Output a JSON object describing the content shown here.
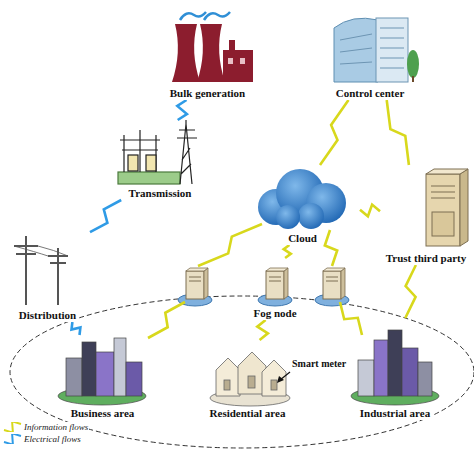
{
  "diagram": {
    "nodes": [
      {
        "text": [
          "Bulk generation"
        ]
      },
      {
        "text": [
          "Control center"
        ]
      },
      {
        "text": [
          "Transmission"
        ]
      },
      {
        "text": [
          "Cloud"
        ]
      },
      {
        "text": [
          "Trust third party"
        ]
      },
      {
        "text": [
          "Distribution"
        ]
      },
      {
        "text": [
          "Fog node"
        ]
      },
      {
        "text": [
          "Business area"
        ]
      },
      {
        "text": [
          "Residential area"
        ]
      },
      {
        "text": [
          "Industrial area"
        ]
      }
    ],
    "edges": [
      {
        "from": 0,
        "to": 2,
        "arrow": "none"
      },
      {
        "from": 2,
        "to": 5,
        "arrow": "none"
      },
      {
        "from": 5,
        "to": 7,
        "arrow": "none"
      },
      {
        "from": 1,
        "to": 3,
        "arrow": "none"
      },
      {
        "from": 1,
        "to": 4,
        "arrow": "none"
      },
      {
        "from": 3,
        "to": 4,
        "arrow": "none"
      },
      {
        "from": 3,
        "to": 6,
        "arrow": "none"
      },
      {
        "from": 6,
        "to": 8,
        "arrow": "none"
      },
      {
        "from": 4,
        "to": 9,
        "arrow": "none"
      }
    ],
    "labels": [
      "Smart meter"
    ],
    "legend": [
      {
        "text": "Information flows",
        "color": "#d8d81c"
      },
      {
        "text": "Electrical flows",
        "color": "#2f9be6"
      }
    ]
  }
}
